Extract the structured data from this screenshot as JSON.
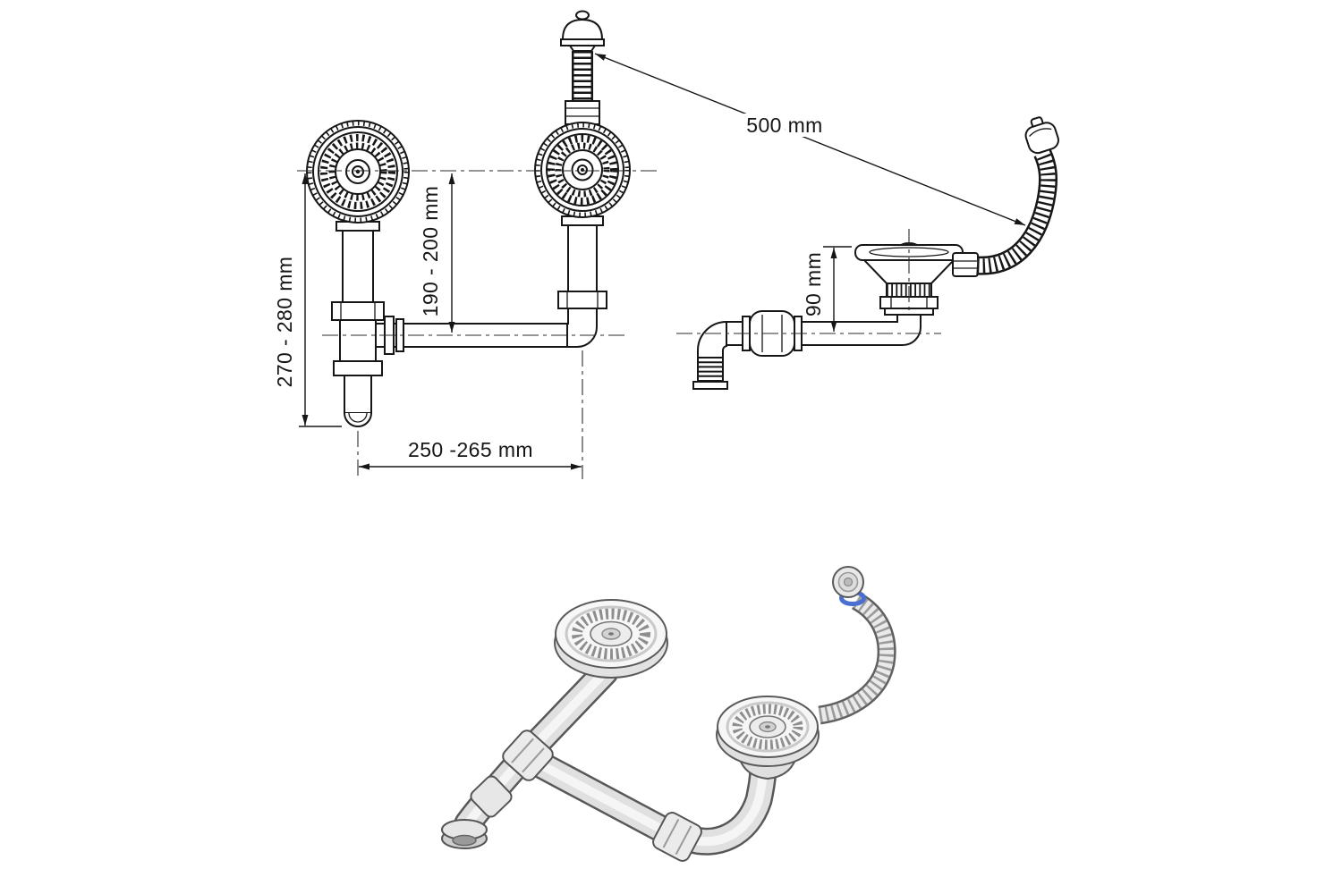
{
  "diagram": {
    "labels": {
      "hose_length": "500 mm",
      "front_height": "270 - 280 mm",
      "front_drain_depth": "190 - 200 mm",
      "front_width": "250 -265 mm",
      "side_height": "90 mm"
    },
    "colors": {
      "line": "#161616",
      "accent_blue": "#4a6fd1"
    }
  }
}
